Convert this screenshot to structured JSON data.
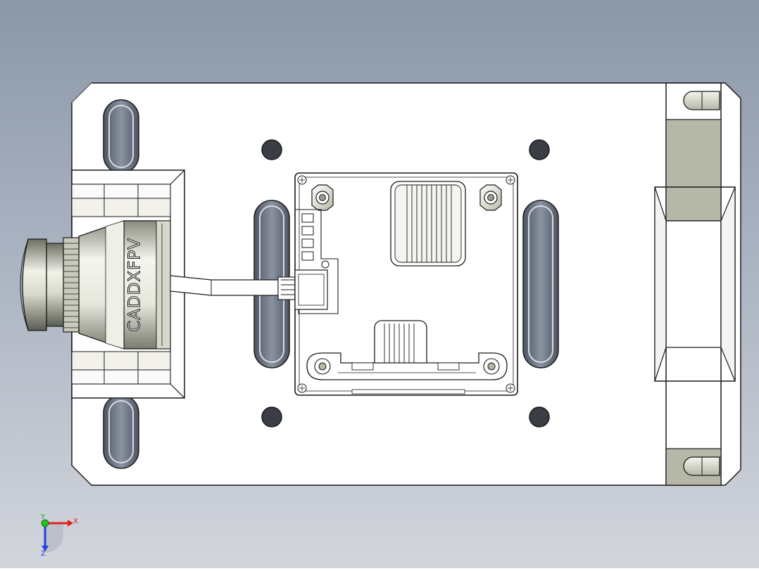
{
  "part": {
    "camera_brand_text": "CADDXFPV"
  },
  "triad": {
    "x_label": "X",
    "y_label": "Y",
    "z_label": "Z",
    "x_color": "#e02020",
    "y_color": "#20c020",
    "z_color": "#2040e0"
  },
  "colors": {
    "background_top": "#8b98a8",
    "background_bottom": "#d2d5dc",
    "plate": "#ffffff",
    "line": "#1a1a1a",
    "hole_dark": "#3a3d44",
    "slot_fill": "#6f7785",
    "clamp_gray": "#b5b7a7"
  }
}
